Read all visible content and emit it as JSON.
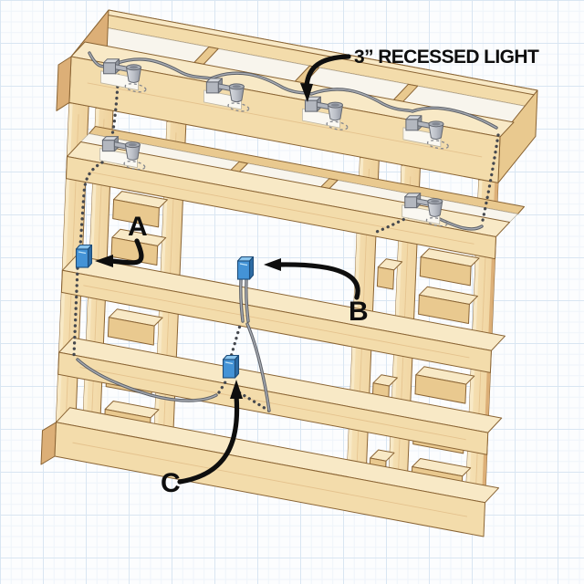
{
  "title": {
    "label": "3” RECESSED LIGHT"
  },
  "callouts": {
    "a": "A",
    "b": "B",
    "c": "C"
  },
  "components": {
    "recessed_light_count": 6,
    "electrical_box_count": 3,
    "structure": "wood-framed built-in wall frame with recessed lights and wiring"
  },
  "palette": {
    "wood_light": "#F3DCAB",
    "wood_mid": "#E9C98F",
    "wood_dark": "#DCAF77",
    "wood_top": "#F8E9C6",
    "outline": "#8A6434",
    "grain": "#E2BF8A",
    "cavity_white": "#F8F5ED",
    "pad": "#FAF8F2",
    "metal_light": "#D5D8DD",
    "metal_mid": "#B3B7BF",
    "metal_dark": "#8E939B",
    "metal_outline": "#646871",
    "wire_dark": "#5B5F66",
    "wire_light": "#A8ACB4",
    "dots": "#45484E",
    "box_blue": "#4493D6",
    "box_blue_light": "#8CC6EE",
    "box_blue_dark": "#2D6CA5",
    "box_outline": "#1D4C79",
    "label": "#0E0E0E"
  }
}
